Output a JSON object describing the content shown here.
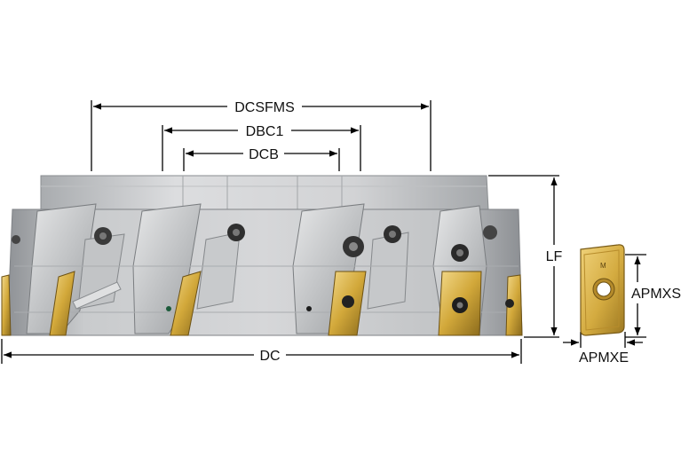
{
  "dimensions": {
    "dcsfms": "DCSFMS",
    "dbc1": "DBC1",
    "dcb": "DCB",
    "dc": "DC",
    "lf": "LF",
    "apmxs": "APMXS",
    "apmxe": "APMXE"
  },
  "colors": {
    "body_light": "#d4d5d6",
    "body_mid": "#b6b8ba",
    "body_dark": "#8e9194",
    "insert_gold": "#d2a83a",
    "insert_gold_light": "#f0d27a",
    "insert_gold_dark": "#8a6a1c",
    "screw": "#2a2a2a",
    "line": "#000000"
  },
  "icons": {
    "cutter": "milling-cutter-body",
    "insert": "rectangular-indexable-insert"
  }
}
